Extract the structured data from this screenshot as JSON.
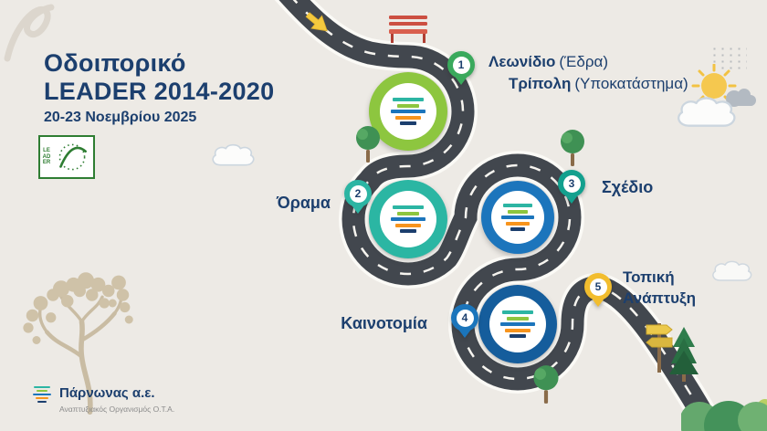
{
  "title": {
    "line1": "Οδοιπορικό",
    "line2": "LEADER 2014-2020",
    "date": "20-23 Νοεμβρίου 2025"
  },
  "stops": [
    {
      "number": "1",
      "name": "Λεωνίδιο",
      "name_suffix": "(Έδρα)",
      "name2": "Τρίπολη",
      "name2_suffix": "(Υποκατάστημα)",
      "pin_color": "#3aa95c",
      "circle_color": "#8dc63f"
    },
    {
      "number": "2",
      "label": "Όραμα",
      "pin_color": "#2cb5a3",
      "circle_color": "#2bb6a3"
    },
    {
      "number": "3",
      "label": "Σχέδιο",
      "pin_color": "#13a08e",
      "circle_color": "#1c75bc"
    },
    {
      "number": "4",
      "label": "Καινοτομία",
      "pin_color": "#1b75bb",
      "circle_color": "#155d9c"
    },
    {
      "number": "5",
      "label_line1": "Τοπική",
      "label_line2": "Ανάπτυξη",
      "pin_color": "#f2bd2e"
    }
  ],
  "leader_logo": {
    "text": "LEADER"
  },
  "footer": {
    "org": "Πάρνωνας α.ε.",
    "sub": "Αναπτυξιακός Οργανισμός Ο.Τ.Α."
  },
  "brand": {
    "navy": "#1c3f6e",
    "road": "#42474e",
    "stripes": [
      "#2cb5a3",
      "#8dc63f",
      "#1c75bc",
      "#f7941d",
      "#1c3f6e"
    ]
  }
}
